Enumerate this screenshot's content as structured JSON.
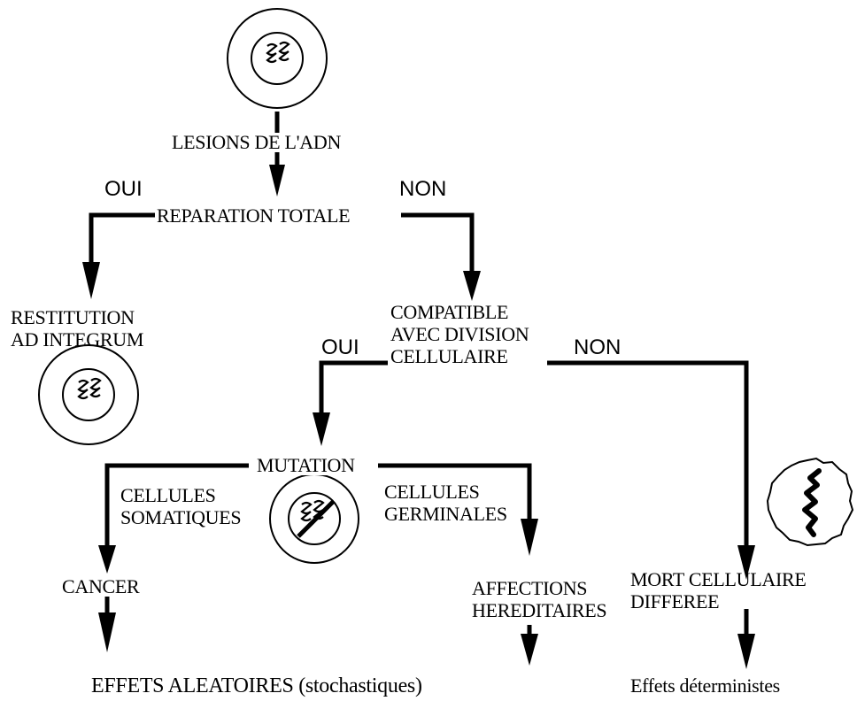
{
  "nodes": {
    "dna_lesions": "LESIONS DE L'ADN",
    "total_repair": "REPARATION TOTALE",
    "restitution_line1": "RESTITUTION",
    "restitution_line2": "AD INTEGRUM",
    "compatible_line1": "COMPATIBLE",
    "compatible_line2": "AVEC DIVISION",
    "compatible_line3": "CELLULAIRE",
    "mutation": "MUTATION",
    "somatic_line1": "CELLULES",
    "somatic_line2": "SOMATIQUES",
    "germinal_line1": "CELLULES",
    "germinal_line2": "GERMINALES",
    "cancer": "CANCER",
    "hereditary_line1": "AFFECTIONS",
    "hereditary_line2": "HEREDITAIRES",
    "cell_death_line1": "MORT CELLULAIRE",
    "cell_death_line2": "DIFFEREE",
    "random_effects": "EFFETS ALEATOIRES (stochastiques)",
    "deterministic_effects": "Effets déterministes"
  },
  "branches": {
    "repair_yes": "OUI",
    "repair_no": "NON",
    "division_yes": "OUI",
    "division_no": "NON"
  },
  "icons": {
    "top": "cell-dna-icon",
    "restitution": "restored-cell-icon",
    "mutation": "mutated-cell-icon",
    "dead": "dying-cell-icon"
  }
}
